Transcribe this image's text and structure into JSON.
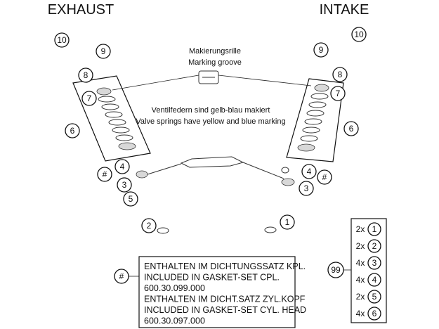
{
  "headings": {
    "exhaust": "EXHAUST",
    "intake": "INTAKE"
  },
  "annotations": {
    "marking_groove_de": "Makierungsrille",
    "marking_groove_en": "Marking groove",
    "springs_de": "Ventilfedern sind gelb-blau makiert",
    "springs_en": "Valve springs have yellow and blue marking"
  },
  "callouts_exhaust": [
    "10",
    "9",
    "8",
    "7",
    "6",
    "#",
    "4",
    "3",
    "5",
    "2"
  ],
  "callouts_intake": [
    "10",
    "9",
    "8",
    "7",
    "6",
    "4",
    "#",
    "3",
    "1"
  ],
  "gasket_callout": "#",
  "gasket_notes": [
    "ENTHALTEN IM DICHTUNGSSATZ KPL.",
    "INCLUDED IN GASKET-SET CPL.",
    "600.30.099.000",
    "ENTHALTEN IM DICHT.SATZ ZYL.KOPF",
    "INCLUDED IN GASKET-SET CYL. HEAD",
    "600.30.097.000"
  ],
  "kit": {
    "callout": "99",
    "items": [
      {
        "qty": "2x",
        "part": "1"
      },
      {
        "qty": "2x",
        "part": "2"
      },
      {
        "qty": "4x",
        "part": "3"
      },
      {
        "qty": "4x",
        "part": "4"
      },
      {
        "qty": "2x",
        "part": "5"
      },
      {
        "qty": "4x",
        "part": "6"
      }
    ]
  }
}
